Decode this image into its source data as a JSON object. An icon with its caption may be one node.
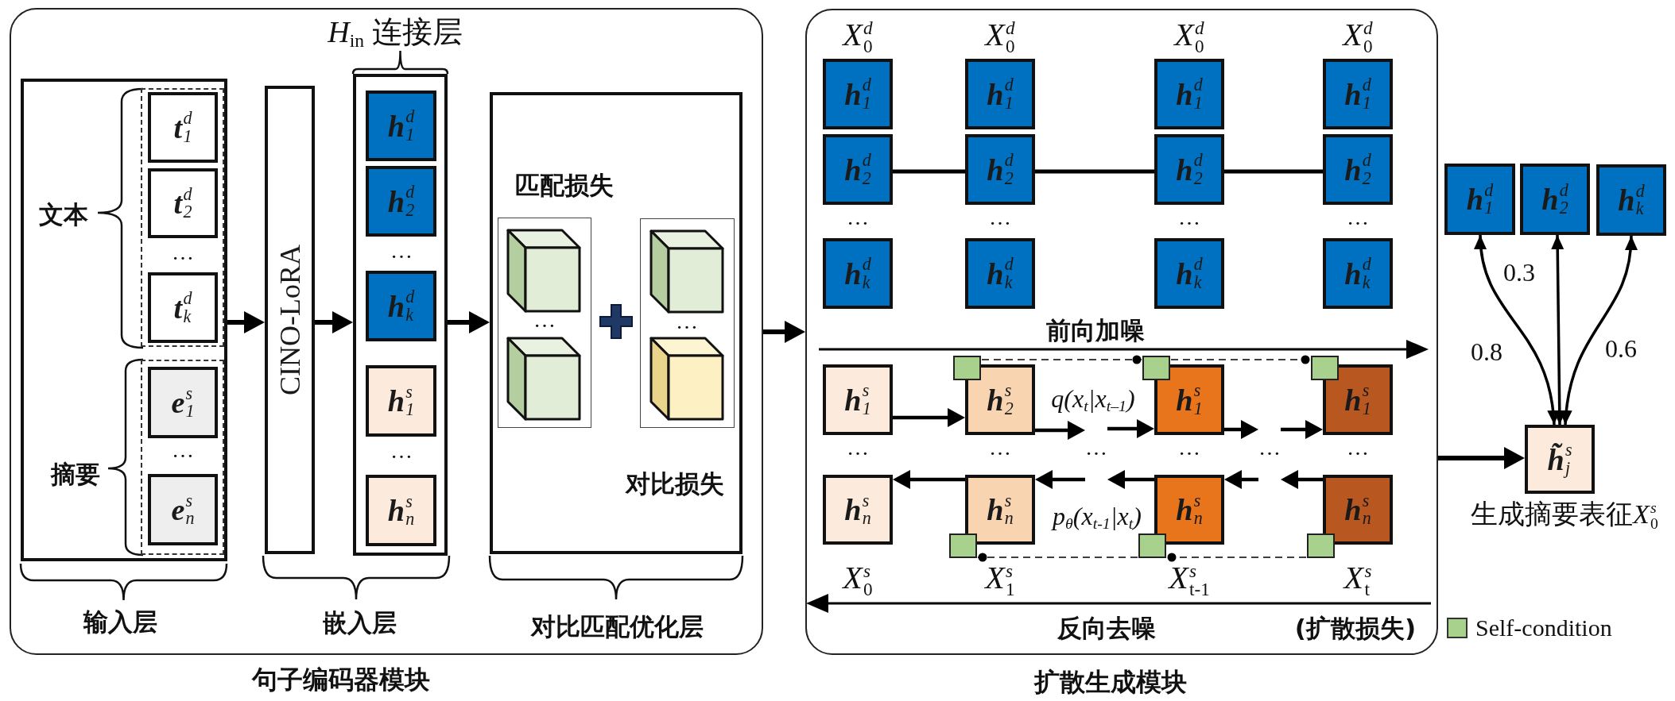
{
  "diagram": {
    "nodes": [
      {
        "text": [
          "句子编码器模块"
        ]
      },
      {
        "text": [
          "输入层"
        ],
        "in": 0
      },
      {
        "text": [],
        "shape": "box",
        "in": 1,
        "beside": [
          "文本"
        ]
      },
      {
        "text": [
          "**t**$^{d}$$_{1}$"
        ],
        "in": 2
      },
      {
        "text": [
          "**t**$^{d}$$_{2}$"
        ],
        "in": 2
      },
      {
        "text": [
          "**t**$^{d}$$_{k}$"
        ],
        "in": 2
      },
      {
        "text": [],
        "shape": "box",
        "in": 1,
        "beside": [
          "摘要"
        ]
      },
      {
        "text": [
          "**e**$^{s}$$_{1}$"
        ],
        "in": 6
      },
      {
        "text": [
          "**e**$^{s}$$_{n}$"
        ],
        "in": 6
      },
      {
        "text": [
          "CINO-LoRA"
        ],
        "in": 0
      },
      {
        "text": [
          "*H*$_{in}$ 连接层"
        ],
        "in": 0
      },
      {
        "text": [
          "**h**$^{d}$$_{1}$"
        ],
        "in": 10
      },
      {
        "text": [
          "**h**$^{d}$$_{2}$"
        ],
        "in": 10
      },
      {
        "text": [
          "**h**$^{d}$$_{k}$"
        ],
        "in": 10
      },
      {
        "text": [
          "**h**$^{s}$$_{1}$"
        ],
        "in": 10
      },
      {
        "text": [
          "**h**$^{s}$$_{n}$"
        ],
        "in": 10
      },
      {
        "text": [
          "对比匹配优化层"
        ],
        "in": 0
      },
      {
        "text": [
          "匹配损失"
        ],
        "in": 16
      },
      {
        "text": [
          "对比损失"
        ],
        "in": 16
      },
      {
        "text": [
          "扩散生成模块"
        ]
      },
      {
        "text": [
          "**h**$^{d}$$_{1}$"
        ],
        "in": 19
      },
      {
        "text": [
          "**h**$^{d}$$_{1}$"
        ],
        "in": 19
      },
      {
        "text": [
          "**h**$^{d}$$_{1}$"
        ],
        "in": 19
      },
      {
        "text": [
          "**h**$^{d}$$_{1}$"
        ],
        "in": 19
      },
      {
        "text": [
          "**h**$^{d}$$_{2}$"
        ],
        "in": 19
      },
      {
        "text": [
          "**h**$^{d}$$_{2}$"
        ],
        "in": 19
      },
      {
        "text": [
          "**h**$^{d}$$_{2}$"
        ],
        "in": 19
      },
      {
        "text": [
          "**h**$^{d}$$_{2}$"
        ],
        "in": 19
      },
      {
        "text": [
          "**h**$^{d}$$_{k}$"
        ],
        "in": 19
      },
      {
        "text": [
          "**h**$^{d}$$_{k}$"
        ],
        "in": 19
      },
      {
        "text": [
          "**h**$^{d}$$_{k}$"
        ],
        "in": 19
      },
      {
        "text": [
          "**h**$^{d}$$_{k}$"
        ],
        "in": 19
      },
      {
        "text": [
          "**h**$^{s}$$_{1}$"
        ],
        "in": 19
      },
      {
        "text": [
          "**h**$^{s}$$_{2}$"
        ],
        "in": 19
      },
      {
        "text": [
          "**h**$^{s}$$_{1}$"
        ],
        "in": 19
      },
      {
        "text": [
          "**h**$^{s}$$_{1}$"
        ],
        "in": 19
      },
      {
        "text": [
          "**h**$^{s}$$_{n}$"
        ],
        "in": 19
      },
      {
        "text": [
          "**h**$^{s}$$_{n}$"
        ],
        "in": 19
      },
      {
        "text": [
          "**h**$^{s}$$_{n}$"
        ],
        "in": 19
      },
      {
        "text": [
          "**h**$^{s}$$_{n}$"
        ],
        "in": 19
      },
      {
        "text": [],
        "shape": "box",
        "in": 19
      },
      {
        "text": [],
        "shape": "box",
        "in": 19
      },
      {
        "text": [],
        "shape": "box",
        "in": 19
      },
      {
        "text": [],
        "shape": "box",
        "in": 19
      },
      {
        "text": [],
        "shape": "box",
        "in": 19
      },
      {
        "text": [],
        "shape": "box",
        "in": 19
      },
      {
        "text": [
          "**h**$^{d}$$_{1}$"
        ]
      },
      {
        "text": [
          "**h**$^{d}$$_{2}$"
        ]
      },
      {
        "text": [
          "**h**$^{d}$$_{k}$"
        ]
      },
      {
        "text": [
          "**h̃**$^{s}$$_{j}$"
        ],
        "beside": [
          "生成摘要表征X$^{s}$$_{0}$"
        ]
      },
      {
        "text": [
          "…"
        ],
        "in": 19
      },
      {
        "text": [
          "…"
        ],
        "in": 19
      }
    ],
    "edges": [
      {
        "from": 1,
        "to": 9,
        "arrow": "to"
      },
      {
        "from": 9,
        "to": 10,
        "arrow": "to"
      },
      {
        "from": 10,
        "to": 16,
        "arrow": "to"
      },
      {
        "from": 0,
        "to": 19,
        "arrow": "to"
      },
      {
        "from": 24,
        "to": 25,
        "arrow": "none"
      },
      {
        "from": 25,
        "to": 26,
        "arrow": "none"
      },
      {
        "from": 26,
        "to": 27,
        "arrow": "none"
      },
      {
        "from": 32,
        "to": 33,
        "arrow": "to"
      },
      {
        "from": 33,
        "to": 50,
        "arrow": "to"
      },
      {
        "from": 50,
        "to": 34,
        "arrow": "to"
      },
      {
        "from": 34,
        "to": 51,
        "arrow": "to"
      },
      {
        "from": 51,
        "to": 35,
        "arrow": "to"
      },
      {
        "from": 39,
        "to": 51,
        "arrow": "to"
      },
      {
        "from": 51,
        "to": 38,
        "arrow": "to"
      },
      {
        "from": 38,
        "to": 50,
        "arrow": "to"
      },
      {
        "from": 50,
        "to": 37,
        "arrow": "to"
      },
      {
        "from": 37,
        "to": 36,
        "arrow": "to"
      },
      {
        "from": 40,
        "to": 41,
        "arrow": "other",
        "style": "dashed"
      },
      {
        "from": 41,
        "to": 42,
        "arrow": "other",
        "style": "dashed"
      },
      {
        "from": 45,
        "to": 44,
        "arrow": "other",
        "style": "dashed"
      },
      {
        "from": 44,
        "to": 43,
        "arrow": "other",
        "style": "dashed"
      },
      {
        "from": 19,
        "to": 49,
        "arrow": "to"
      },
      {
        "from": 49,
        "to": 46,
        "arrow": "both",
        "label": "0.8"
      },
      {
        "from": 49,
        "to": 47,
        "arrow": "both",
        "label": "0.3"
      },
      {
        "from": 49,
        "to": 48,
        "arrow": "both",
        "label": "0.6"
      }
    ],
    "labels": [
      "…",
      "…",
      "…",
      "…",
      "…",
      "…",
      "嵌入层",
      "X$^{d}$$_{0}$",
      "X$^{d}$$_{0}$",
      "X$^{d}$$_{0}$",
      "X$^{d}$$_{0}$",
      "…",
      "…",
      "…",
      "…",
      "前向加噪",
      "q(x$_{t}$|x$_{t–1}$)",
      "…",
      "…",
      "…",
      "…",
      "p$_{θ}$(x$_{t-1}$|x$_{t}$)",
      "X$^{s}$$_{0}$",
      "X$^{s}$$_{1}$",
      "X$^{s}$$_{t-1}$",
      "X$^{s}$$_{t}$",
      "反向去噪",
      "(扩散损失)"
    ],
    "legend": [
      {
        "text": "Self-condition",
        "color": "#a9d18e"
      }
    ]
  }
}
